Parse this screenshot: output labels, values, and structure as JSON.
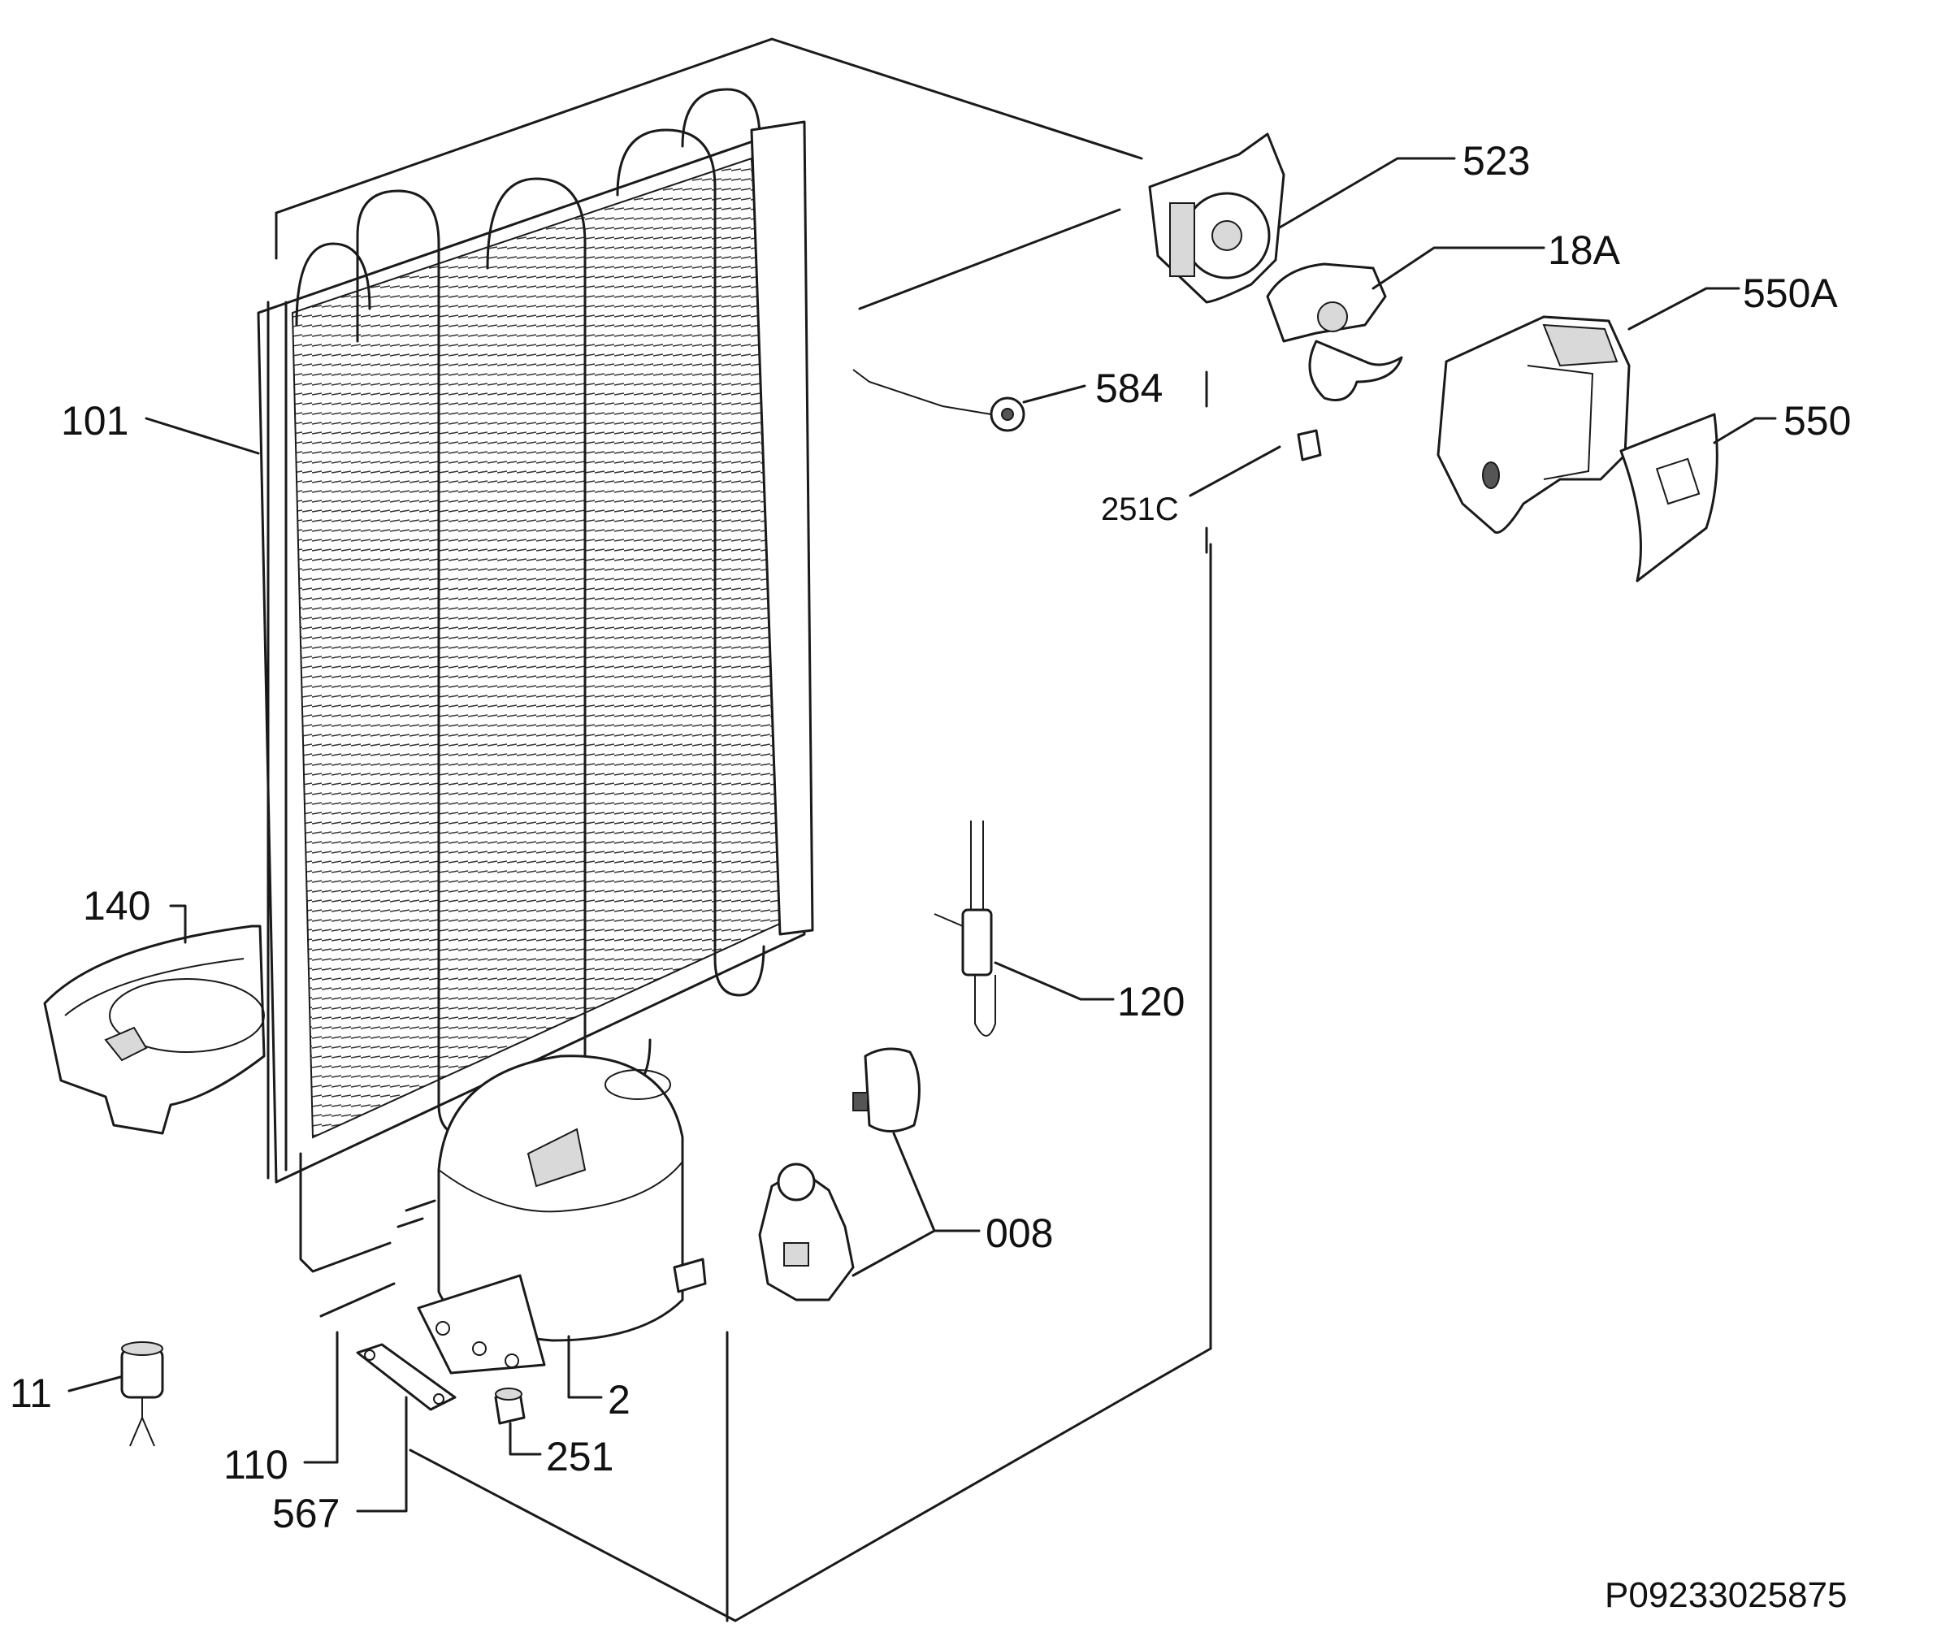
{
  "figure_reference": "P09233025875",
  "parts": [
    {
      "id": "523",
      "label": "523"
    },
    {
      "id": "18A",
      "label": "18A"
    },
    {
      "id": "550A",
      "label": "550A"
    },
    {
      "id": "584",
      "label": "584"
    },
    {
      "id": "550",
      "label": "550"
    },
    {
      "id": "101",
      "label": "101"
    },
    {
      "id": "251C",
      "label": "251C"
    },
    {
      "id": "140",
      "label": "140"
    },
    {
      "id": "120",
      "label": "120"
    },
    {
      "id": "008",
      "label": "008"
    },
    {
      "id": "11",
      "label": "11"
    },
    {
      "id": "2",
      "label": "2"
    },
    {
      "id": "251",
      "label": "251"
    },
    {
      "id": "110",
      "label": "110"
    },
    {
      "id": "567",
      "label": "567"
    }
  ]
}
